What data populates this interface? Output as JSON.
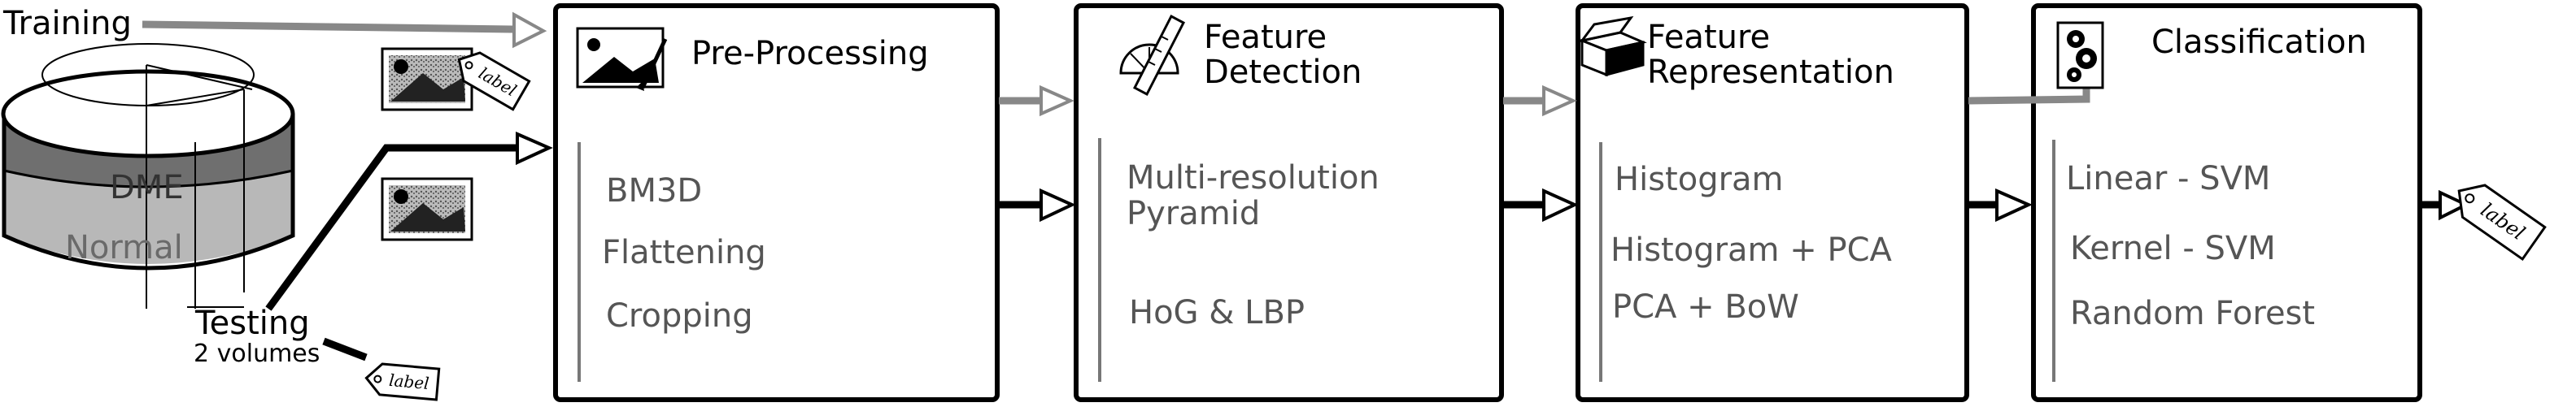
{
  "inputs": {
    "training": "Training",
    "testing": "Testing",
    "testing_sub": "2 volumes"
  },
  "database": {
    "top_layer": "DME",
    "bottom_layer": "Normal"
  },
  "tag_label": "label",
  "stages": [
    {
      "title": "Pre-Processing",
      "icon": "image-brush-icon",
      "items": [
        "BM3D",
        "Flattening",
        "Cropping"
      ]
    },
    {
      "title_lines": [
        "Feature",
        "Detection"
      ],
      "icon": "ruler-protractor-icon",
      "items": [
        "Multi-resolution",
        "Pyramid",
        "HoG & LBP"
      ]
    },
    {
      "title_lines": [
        "Feature",
        "Representation"
      ],
      "icon": "open-box-icon",
      "items": [
        "Histogram",
        "Histogram + PCA",
        "PCA + BoW"
      ]
    },
    {
      "title": "Classification",
      "icon": "gears-icon",
      "items": [
        "Linear - SVM",
        "Kernel - SVM",
        "Random Forest"
      ]
    }
  ],
  "colors": {
    "training_path": "#888888",
    "testing_path": "#000000",
    "dme_layer": "#6f6f6f",
    "normal_layer": "#b8b8b8",
    "item_text": "#555555"
  }
}
